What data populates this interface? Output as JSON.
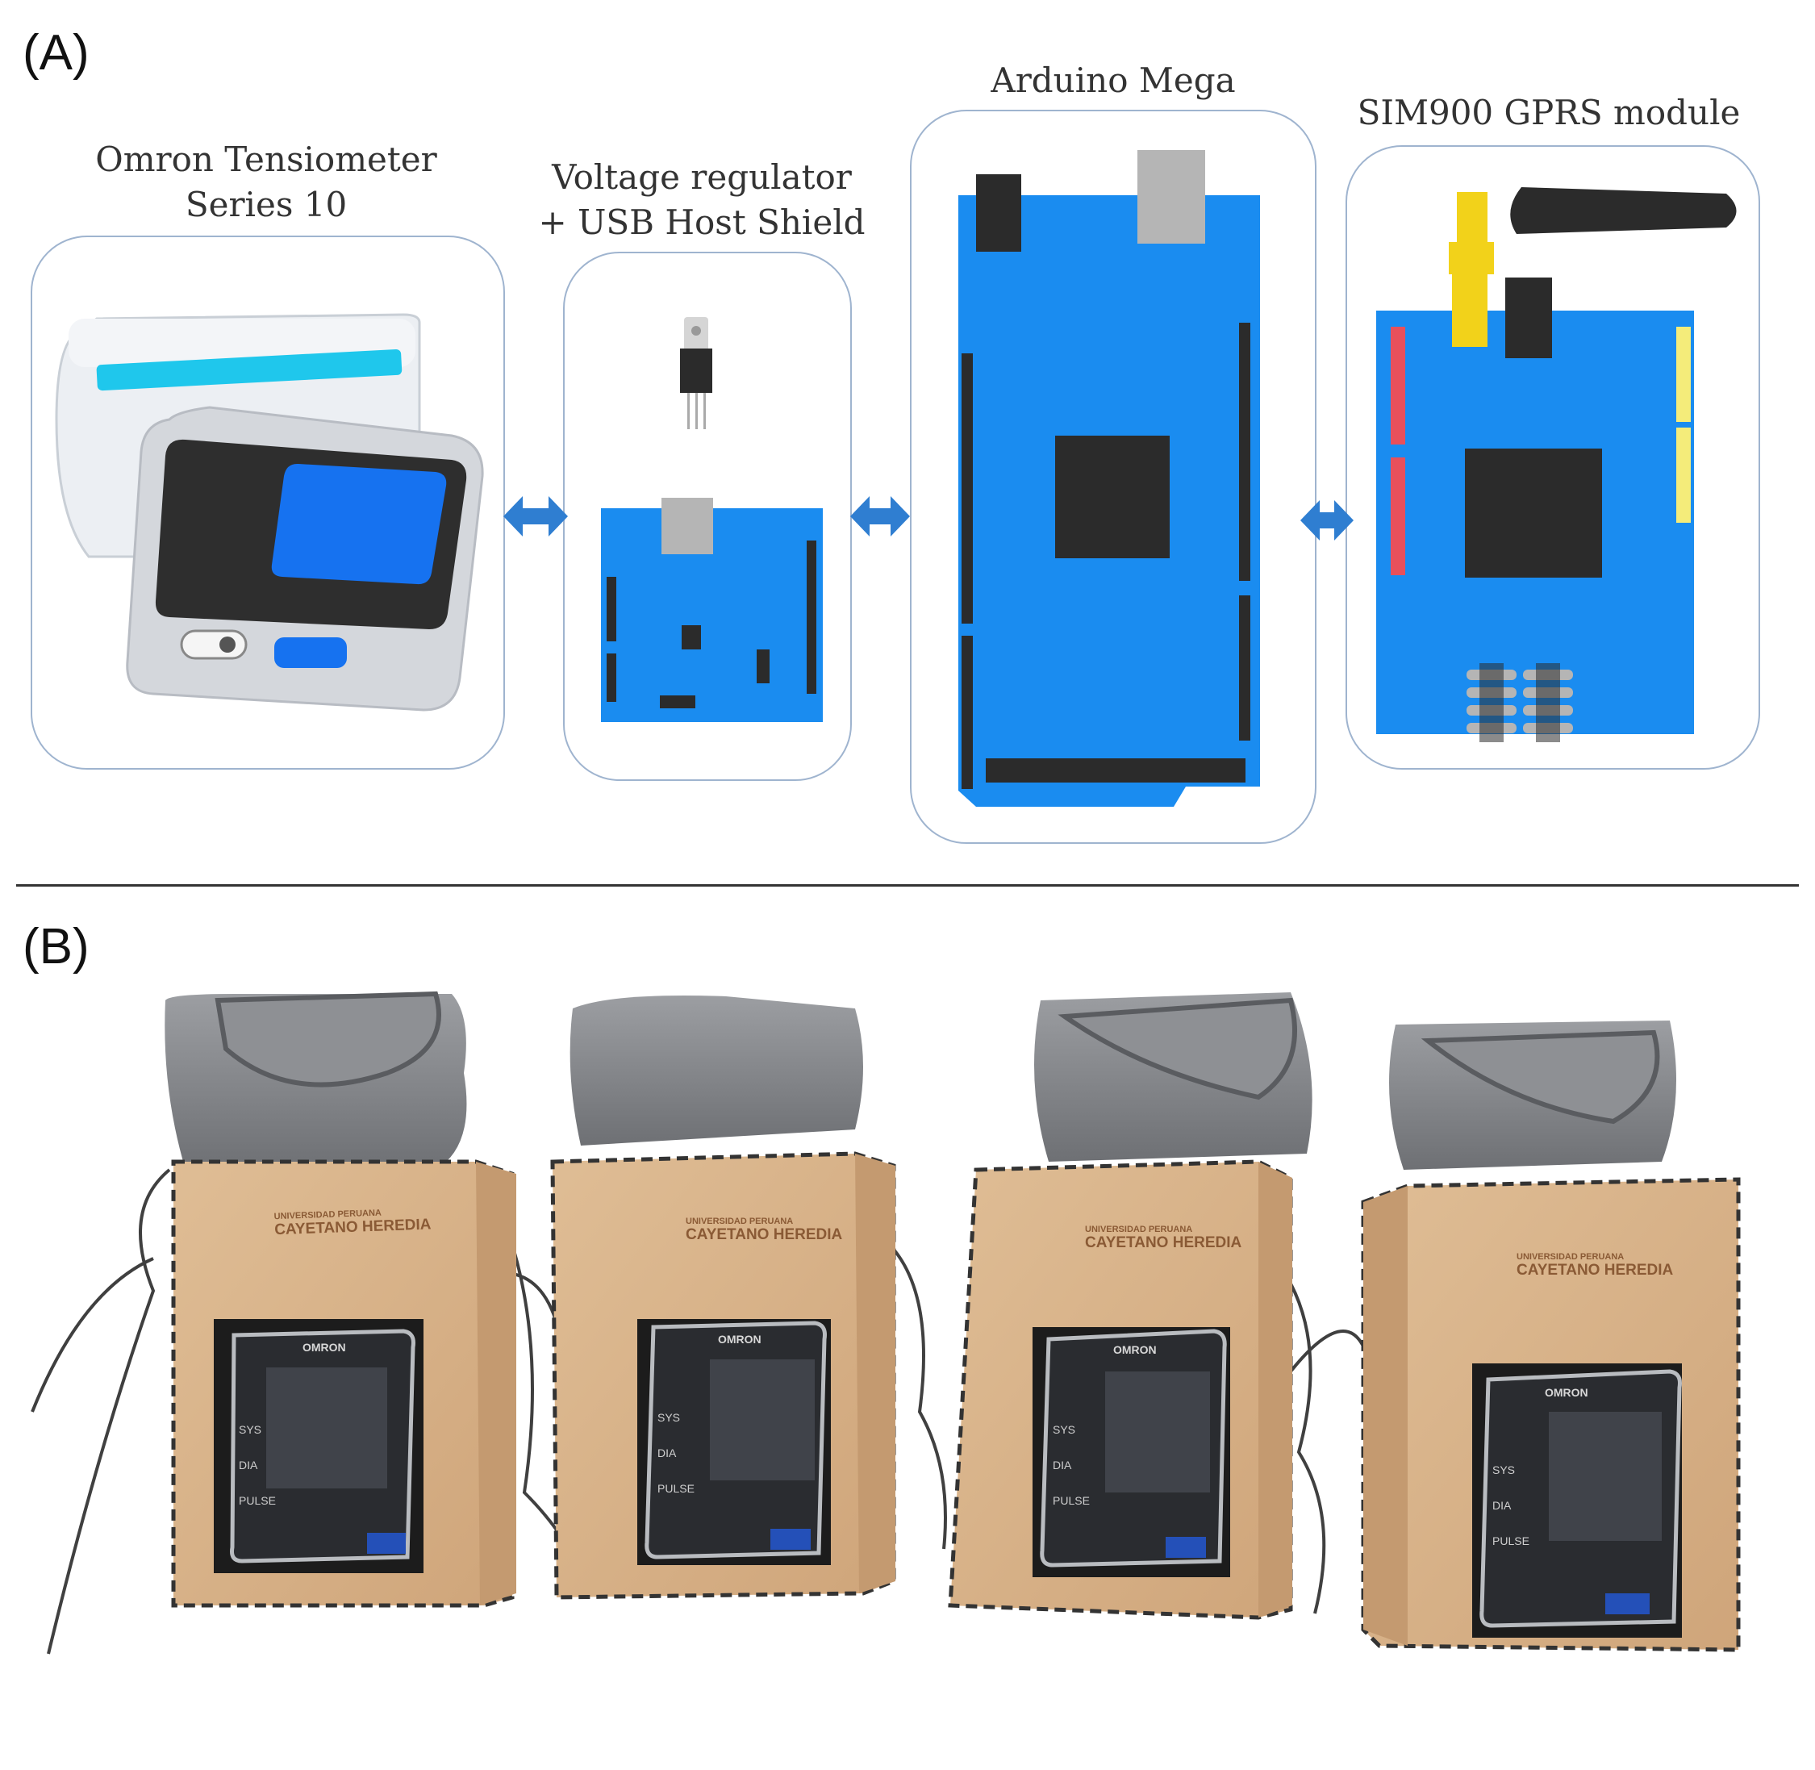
{
  "panel_a_label": "(A)",
  "panel_b_label": "(B)",
  "components": [
    {
      "title_line1": "Omron Tensiometer",
      "title_line2": "Series 10"
    },
    {
      "title_line1": "Voltage regulator",
      "title_line2": "+ USB Host Shield"
    },
    {
      "title_line1": "Arduino Mega",
      "title_line2": ""
    },
    {
      "title_line1": "SIM900 GPRS module",
      "title_line2": ""
    }
  ],
  "photo": {
    "devices": [
      {
        "box_text_1": "UNIVERSIDAD PERUANA",
        "box_text_2": "CAYETANO HEREDIA",
        "brand": "OMRON",
        "labels": [
          "SYS",
          "DIA",
          "PULSE"
        ]
      },
      {
        "box_text_1": "UNIVERSIDAD PERUANA",
        "box_text_2": "CAYETANO HEREDIA",
        "brand": "OMRON",
        "labels": [
          "SYS",
          "DIA",
          "PULSE"
        ]
      },
      {
        "box_text_1": "UNIVERSIDAD PERUANA",
        "box_text_2": "CAYETANO HEREDIA",
        "brand": "OMRON",
        "labels": [
          "SYS",
          "DIA",
          "PULSE"
        ]
      },
      {
        "box_text_1": "UNIVERSIDAD PERUANA",
        "box_text_2": "CAYETANO HEREDIA",
        "brand": "OMRON",
        "labels": [
          "SYS",
          "DIA",
          "PULSE"
        ]
      }
    ]
  },
  "colors": {
    "board_blue": "#1a8cf0",
    "chip_dark": "#2b2b2b",
    "connector_grey": "#b5b5b5",
    "arrow_blue": "#2f7ed1",
    "box_border": "#9fb4cf",
    "cardboard": "#d9b48a",
    "cuff_grey": "#8d8f93",
    "antenna_yellow": "#f2d21a",
    "pin_red": "#e8505b",
    "pin_yellow": "#f4ec7a"
  }
}
